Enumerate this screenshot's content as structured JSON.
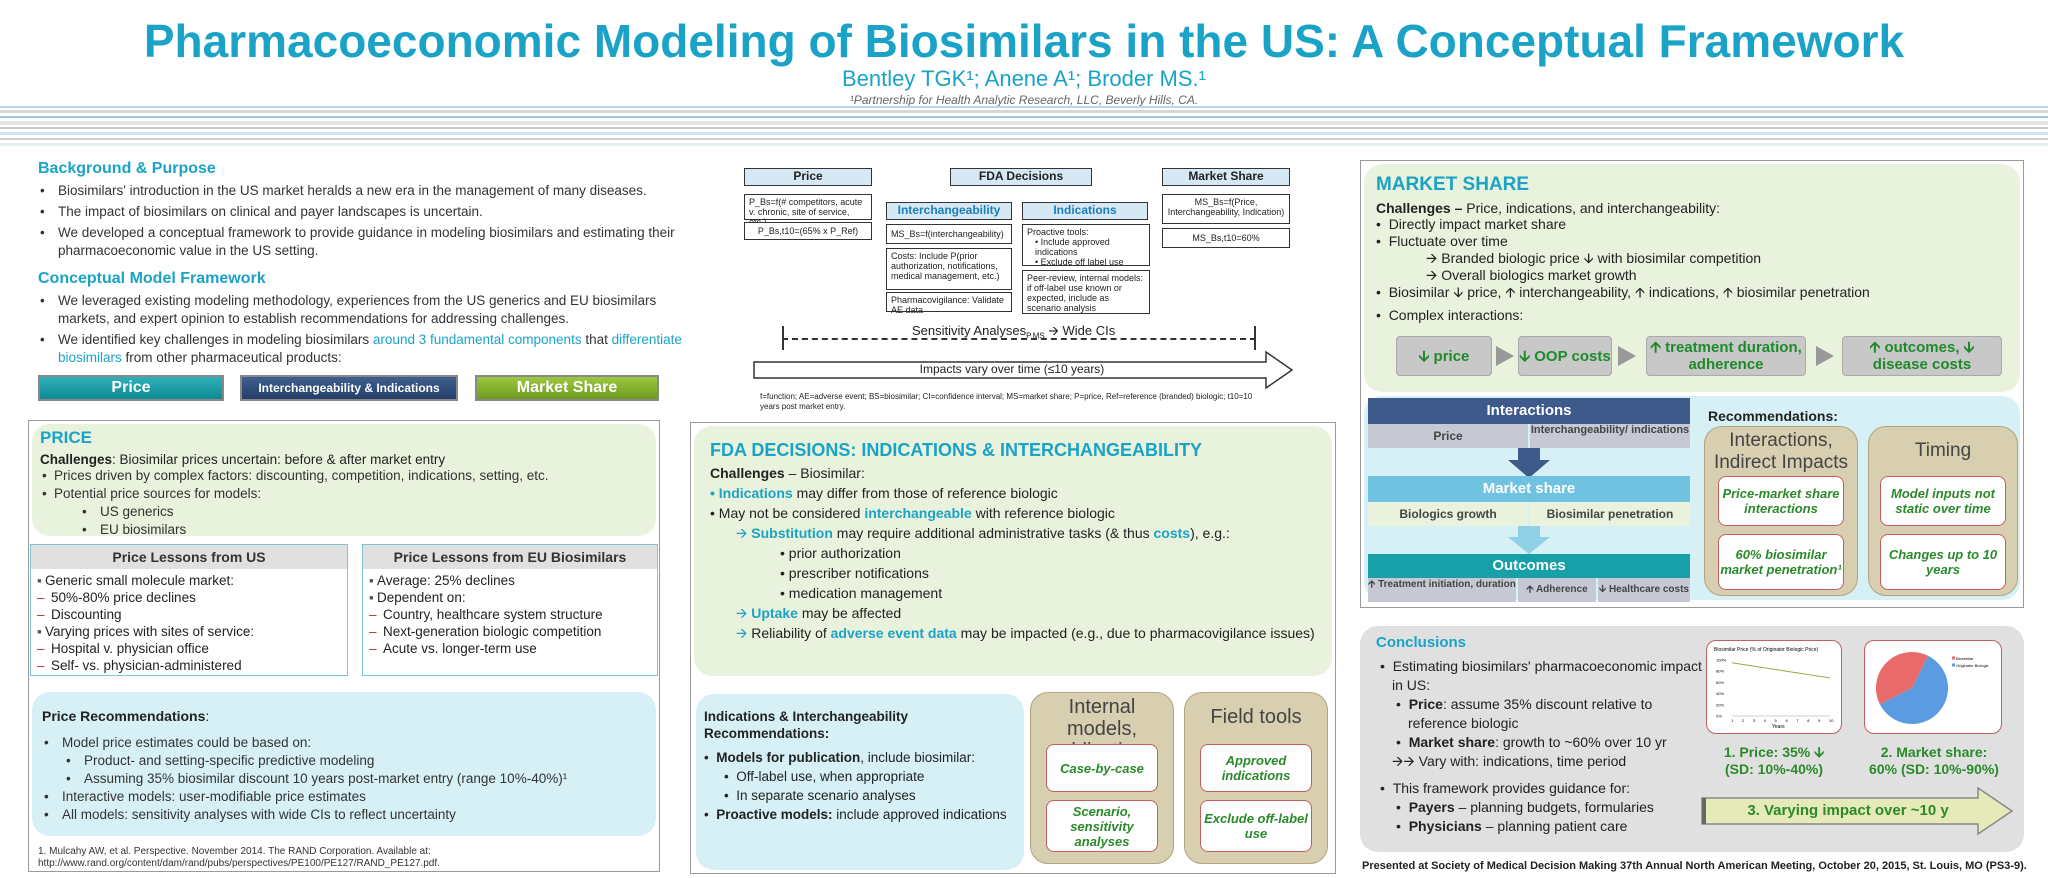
{
  "header": {
    "title": "Pharmacoeconomic Modeling of Biosimilars in the US: A Conceptual Framework",
    "authors": "Bentley TGK¹; Anene A¹; Broder MS.¹",
    "affiliation": "¹Partnership for Health Analytic Research, LLC, Beverly Hills, CA."
  },
  "background": {
    "heading": "Background & Purpose",
    "bullets": [
      "Biosimilars' introduction in the US market heralds a new era in the management of many diseases.",
      "The impact of biosimilars on clinical and payer landscapes is uncertain.",
      "We developed a conceptual framework to provide guidance in modeling biosimilars and estimating their pharmacoeconomic value in the US setting."
    ]
  },
  "framework": {
    "heading": "Conceptual Model Framework",
    "bullet1": "We leveraged existing modeling methodology, experiences from the US generics and EU biosimilars markets, and expert opinion to establish recommendations for addressing challenges.",
    "bullet2_a": "We identified key challenges in modeling biosimilars ",
    "bullet2_b": "around 3 fundamental components",
    "bullet2_c": " that ",
    "bullet2_d": "differentiate biosimilars",
    "bullet2_e": " from other pharmaceutical products:",
    "pills": [
      "Price",
      "Interchangeability & Indications",
      "Market Share"
    ]
  },
  "price": {
    "heading": "PRICE",
    "challenges_label": "Challenges",
    "challenges_text": ": Biosimilar prices uncertain: before & after market entry",
    "bullets": [
      "Prices driven by complex factors: discounting, competition, indications, setting, etc.",
      "Potential price sources for models:"
    ],
    "sub": [
      "US generics",
      "EU biosimilars"
    ],
    "us_head": "Price Lessons from US",
    "us_items": [
      {
        "t": "sq",
        "v": "Generic small molecule market:"
      },
      {
        "t": "dash",
        "v": "50%-80% price declines"
      },
      {
        "t": "dash",
        "v": "Discounting"
      },
      {
        "t": "sq",
        "v": "Varying prices with sites of service:"
      },
      {
        "t": "dash",
        "v": "Hospital v. physician office"
      },
      {
        "t": "dash",
        "v": "Self- vs. physician-administered"
      }
    ],
    "eu_head": "Price Lessons from EU Biosimilars",
    "eu_items": [
      {
        "t": "sq",
        "v": "Average: 25% declines"
      },
      {
        "t": "sq",
        "v": "Dependent on:"
      },
      {
        "t": "dash",
        "v": "Country, healthcare system structure"
      },
      {
        "t": "dash",
        "v": "Next-generation biologic competition"
      },
      {
        "t": "dash",
        "v": "Acute vs. longer-term use"
      }
    ],
    "rec_head": "Price Recommendations",
    "rec_b1": "Model price estimates could be based on:",
    "rec_s1": "Product- and setting-specific predictive modeling",
    "rec_s2": "Assuming 35% biosimilar discount 10 years post-market entry (range 10%-40%)¹",
    "rec_b2": "Interactive models: user-modifiable price estimates",
    "rec_b3": "All models: sensitivity analyses with wide CIs to reflect uncertainty",
    "footnote": "1.  Mulcahy AW, et al. Perspective. November 2014. The RAND Corporation. Available at: http://www.rand.org/content/dam/rand/pubs/perspectives/PE100/PE127/RAND_PE127.pdf."
  },
  "diagram": {
    "price_head": "Price",
    "fda_head": "FDA Decisions",
    "ms_head": "Market Share",
    "interch_head": "Interchangeability",
    "ind_head": "Indications",
    "p1": "P_Bs=f(# competitors, acute v. chronic, site of service, etc.)",
    "p2": "P_Bs,t10=(65% x P_Ref)",
    "i1": "MS_Bs=f(interchangeability)",
    "i2": "Costs: Include P(prior authorization, notifications, medical management, etc.)",
    "i3": "Pharmacovigilance: Validate AE data",
    "n1_head": "Proactive tools:",
    "n1_items": [
      "Include approved indications",
      "Exclude off label use"
    ],
    "n2": "Peer-review, internal models: if off-label use known or expected, include as scenario analysis",
    "m1": "MS_Bs=f(Price, Interchangeability, Indication)",
    "m2": "MS_Bs,t10=60%",
    "sens": "Sensitivity Analyses",
    "sens_sub": "P,MS",
    "sens_tail": "Wide CIs",
    "impacts": "Impacts vary over time (≤10 years)",
    "legend": "f=function; AE=adverse event; BS=biosimilar; CI=confidence interval; MS=market share; P=price, Ref=reference (branded) biologic; t10=10 years post market entry."
  },
  "fda": {
    "heading": "FDA DECISIONS: INDICATIONS & INTERCHANGEABILITY",
    "challenges": "Challenges",
    "challenges_tail": " – Biosimilar:",
    "l1_a": "Indications",
    "l1_b": " may differ from those of reference biologic",
    "l2_a": "May not be considered ",
    "l2_b": "interchangeable",
    "l2_c": " with reference biologic",
    "l3_a": "Substitution",
    "l3_b": " may require additional administrative tasks (& thus ",
    "l3_c": "costs",
    "l3_d": "), e.g.:",
    "l3_sub": [
      "prior authorization",
      "prescriber notifications",
      "medication management"
    ],
    "l4_a": "Uptake",
    "l4_b": " may be affected",
    "l5_a": "Reliability of ",
    "l5_b": "adverse event data",
    "l5_c": " may be impacted (e.g., due to pharmacovigilance issues)",
    "rec_head": "Indications & Interchangeability Recommendations",
    "rec1_a": "Models for publication",
    "rec1_b": ", include biosimilar:",
    "rec1_sub": [
      "Off-label use, when appropriate",
      "In separate scenario analyses"
    ],
    "rec2_a": "Proactive models:",
    "rec2_b": " include approved indications",
    "col1": "Internal models, publications",
    "col2": "Field tools",
    "c1a": "Case-by-case",
    "c1b": "Scenario, sensitivity analyses",
    "c2a": "Approved indications",
    "c2b": "Exclude off-label use"
  },
  "market": {
    "heading": "MARKET SHARE",
    "challenges": "Challenges – ",
    "challenges_tail": "Price, indications, and interchangeability:",
    "b1": "Directly impact market share",
    "b2": "Fluctuate over time",
    "s1": "Branded biologic price 🡫 with biosimilar competition",
    "s2": "Overall biologics market growth",
    "b3": "Biosimilar 🡫 price, 🡩 interchangeability, 🡩 indications, 🡩 biosimilar penetration",
    "b4": "Complex interactions:",
    "flow": [
      "🡫 price",
      "🡫 OOP costs",
      "🡩 treatment duration, adherence",
      "🡩 outcomes, 🡫 disease costs"
    ],
    "int_head": "Interactions",
    "int_price": "Price",
    "int_interch": "Interchangeability/ indications",
    "ms_head": "Market share",
    "ms_growth": "Biologics growth",
    "ms_pen": "Biosimilar penetration",
    "out_head": "Outcomes",
    "out1": "🡩 Treatment initiation, duration",
    "out2": "🡩 Adherence",
    "out3": "🡫 Healthcare costs",
    "rec_head": "Recommendations:",
    "col1": "Interactions, Indirect Impacts",
    "col2": "Timing",
    "c1a": "Price-market share interactions",
    "c1b": "60% biosimilar market penetration¹",
    "c2a": "Model inputs not static over time",
    "c2b": "Changes up to 10 years"
  },
  "conclusions": {
    "heading": "Conclusions",
    "b1": "Estimating biosimilars' pharmacoeconomic impact in US:",
    "s1_a": "Price",
    "s1_b": ": assume 35% discount relative to reference biologic",
    "s2_a": "Market share",
    "s2_b": ": growth to ~60% over 10 yr",
    "s3": "Vary with: indications, time period",
    "b2": "This framework provides guidance for:",
    "s4_a": "Payers",
    "s4_b": " – planning budgets, formularies",
    "s5_a": "Physicians",
    "s5_b": " – planning patient care",
    "price_chart_title": "Biosimilar Price (% of Originator Biologic Price)",
    "price_chart_xlabel": "Years",
    "label1": "1. Price: 35% 🡫",
    "label1b": "(SD: 10%-40%)",
    "label2": "2. Market share:",
    "label2b": "60% (SD: 10%-90%)",
    "pie_legend": [
      "Biosimilar",
      "Originator Biologic"
    ],
    "arrow": "3. Varying impact over ~10 y"
  },
  "chart_data": [
    {
      "type": "line",
      "title": "Biosimilar Price (% of Originator Biologic Price)",
      "xlabel": "Years",
      "ylabel": "",
      "x": [
        1,
        2,
        3,
        4,
        5,
        6,
        7,
        8,
        9,
        10
      ],
      "y_ticks": [
        "100%",
        "80%",
        "60%",
        "40%",
        "20%",
        "0%"
      ],
      "series": [
        {
          "name": "",
          "values": [
            95,
            92,
            89,
            86,
            83,
            80,
            77,
            74,
            71,
            68
          ]
        }
      ],
      "ylim": [
        0,
        100
      ],
      "color": "#9aa84a"
    },
    {
      "type": "pie",
      "labels": [
        "Biosimilar",
        "Originator Biologic"
      ],
      "values": [
        40,
        60
      ],
      "colors": [
        "#e86a6a",
        "#5b9be0"
      ]
    }
  ],
  "footer": "Presented at Society of Medical Decision Making 37th Annual North American Meeting, October 20, 2015, St. Louis, MO (PS3-9)."
}
